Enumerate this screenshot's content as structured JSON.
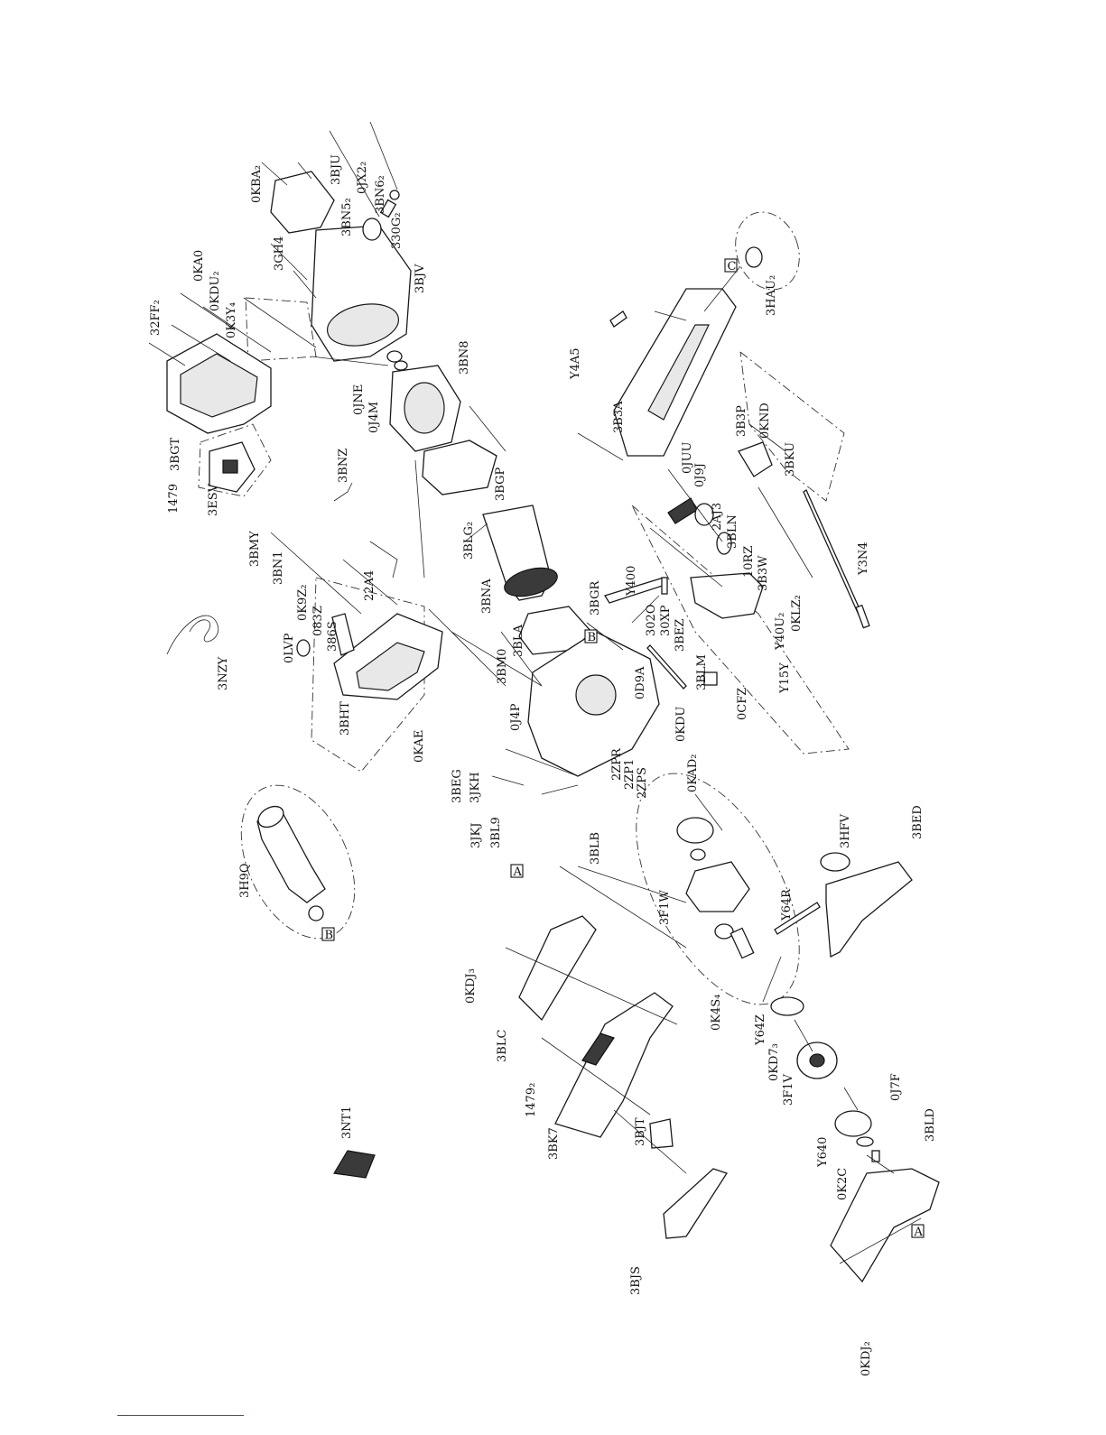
{
  "parts": [
    {
      "id": "p_32FF",
      "label": "32FF₂"
    },
    {
      "id": "p_0KA0",
      "label": "0KA0"
    },
    {
      "id": "p_0KDU",
      "label": "0KDU₂"
    },
    {
      "id": "p_0K3Y",
      "label": "0K3Y₄"
    },
    {
      "id": "p_0KBA",
      "label": "0KBA₂"
    },
    {
      "id": "p_3BJU",
      "label": "3BJU"
    },
    {
      "id": "p_0JX2",
      "label": "0JX2₂"
    },
    {
      "id": "p_3BN6",
      "label": "3BN6₂"
    },
    {
      "id": "p_3BN5",
      "label": "3BN5₂"
    },
    {
      "id": "p_3GH4",
      "label": "3GH4"
    },
    {
      "id": "p_330G",
      "label": "330G₂"
    },
    {
      "id": "p_3BJV",
      "label": "3BJV"
    },
    {
      "id": "p_0JNE",
      "label": "0JNE"
    },
    {
      "id": "p_0J4M",
      "label": "0J4M"
    },
    {
      "id": "p_3BN8",
      "label": "3BN8"
    },
    {
      "id": "p_3BGT",
      "label": "3BGT"
    },
    {
      "id": "p_1479",
      "label": "1479"
    },
    {
      "id": "p_3ESV",
      "label": "3ESV"
    },
    {
      "id": "p_3BNZ",
      "label": "3BNZ"
    },
    {
      "id": "p_3BMY",
      "label": "3BMY"
    },
    {
      "id": "p_3BN1",
      "label": "3BN1"
    },
    {
      "id": "p_22A4",
      "label": "22A4"
    },
    {
      "id": "p_3BGP",
      "label": "3BGP"
    },
    {
      "id": "p_3BLG",
      "label": "3BLG₂"
    },
    {
      "id": "p_0K9Z",
      "label": "0K9Z₂"
    },
    {
      "id": "p_083Z",
      "label": "083Z"
    },
    {
      "id": "p_386S",
      "label": "386S"
    },
    {
      "id": "p_0LVP",
      "label": "0LVP"
    },
    {
      "id": "p_3NZY",
      "label": "3NZY"
    },
    {
      "id": "p_3BHT",
      "label": "3BHT"
    },
    {
      "id": "p_3BNA",
      "label": "3BNA"
    },
    {
      "id": "p_3BGR",
      "label": "3BGR"
    },
    {
      "id": "p_Y400",
      "label": "Y400"
    },
    {
      "id": "p_3BLA",
      "label": "3BLA"
    },
    {
      "id": "p_3BM0",
      "label": "3BM0"
    },
    {
      "id": "p_0J4P",
      "label": "0J4P"
    },
    {
      "id": "p_0KAE",
      "label": "0KAE"
    },
    {
      "id": "p_3BEG",
      "label": "3BEG"
    },
    {
      "id": "p_3JKH",
      "label": "3JKH"
    },
    {
      "id": "p_3JKJ",
      "label": "3JKJ"
    },
    {
      "id": "p_3BL9",
      "label": "3BL9"
    },
    {
      "id": "p_3BLB",
      "label": "3BLB"
    },
    {
      "id": "p_302O",
      "label": "302O"
    },
    {
      "id": "p_30XP",
      "label": "30XP"
    },
    {
      "id": "p_3BEZ",
      "label": "3BEZ"
    },
    {
      "id": "p_3BLM",
      "label": "3BLM"
    },
    {
      "id": "p_0D9A",
      "label": "0D9A"
    },
    {
      "id": "p_2ZPR",
      "label": "2ZPR"
    },
    {
      "id": "p_2ZP1",
      "label": "2ZP1"
    },
    {
      "id": "p_2ZPS",
      "label": "2ZPS"
    },
    {
      "id": "p_0KDU1",
      "label": "0KDU"
    },
    {
      "id": "p_0KAD",
      "label": "0KAD₂"
    },
    {
      "id": "p_0CFZ",
      "label": "0CFZ"
    },
    {
      "id": "p_3B3A",
      "label": "3B3A"
    },
    {
      "id": "p_Y4A5",
      "label": "Y4A5"
    },
    {
      "id": "p_3HAU",
      "label": "3HAU₂"
    },
    {
      "id": "p_0JUU",
      "label": "0JUU"
    },
    {
      "id": "p_0J9J",
      "label": "0J9J"
    },
    {
      "id": "p_3B3P",
      "label": "3B3P"
    },
    {
      "id": "p_0KND",
      "label": "0KND"
    },
    {
      "id": "p_3BKU",
      "label": "3BKU"
    },
    {
      "id": "p_2AJ3",
      "label": "2AJ3"
    },
    {
      "id": "p_3BLN",
      "label": "3BLN"
    },
    {
      "id": "p_10RZ",
      "label": "10RZ"
    },
    {
      "id": "p_3B3W",
      "label": "3B3W"
    },
    {
      "id": "p_Y40U",
      "label": "Y40U₂"
    },
    {
      "id": "p_0KLZ",
      "label": "0KLZ₂"
    },
    {
      "id": "p_Y15Y",
      "label": "Y15Y"
    },
    {
      "id": "p_Y3N4",
      "label": "Y3N4"
    },
    {
      "id": "p_3H9Q",
      "label": "3H9Q"
    },
    {
      "id": "p_3F1W",
      "label": "3F1W"
    },
    {
      "id": "p_3HFV",
      "label": "3HFV"
    },
    {
      "id": "p_3BED",
      "label": "3BED"
    },
    {
      "id": "p_Y64R",
      "label": "Y64R"
    },
    {
      "id": "p_0KDJ3",
      "label": "0KDJ₃"
    },
    {
      "id": "p_3BLC",
      "label": "3BLC"
    },
    {
      "id": "p_1479b",
      "label": "1479₂"
    },
    {
      "id": "p_3BK7",
      "label": "3BK7"
    },
    {
      "id": "p_3BJT",
      "label": "3BJT"
    },
    {
      "id": "p_0K4S",
      "label": "0K4S₄"
    },
    {
      "id": "p_Y64Z",
      "label": "Y64Z"
    },
    {
      "id": "p_0KD7",
      "label": "0KD7₃"
    },
    {
      "id": "p_3F1V",
      "label": "3F1V"
    },
    {
      "id": "p_Y640",
      "label": "Y640"
    },
    {
      "id": "p_0K2C",
      "label": "0K2C"
    },
    {
      "id": "p_0J7F",
      "label": "0J7F"
    },
    {
      "id": "p_3BLD",
      "label": "3BLD"
    },
    {
      "id": "p_0KDJ2",
      "label": "0KDJ₂"
    },
    {
      "id": "p_3BJS",
      "label": "3BJS"
    },
    {
      "id": "p_3NT1",
      "label": "3NT1"
    }
  ],
  "callouts": {
    "A": "A",
    "B": "B",
    "C": "C"
  }
}
